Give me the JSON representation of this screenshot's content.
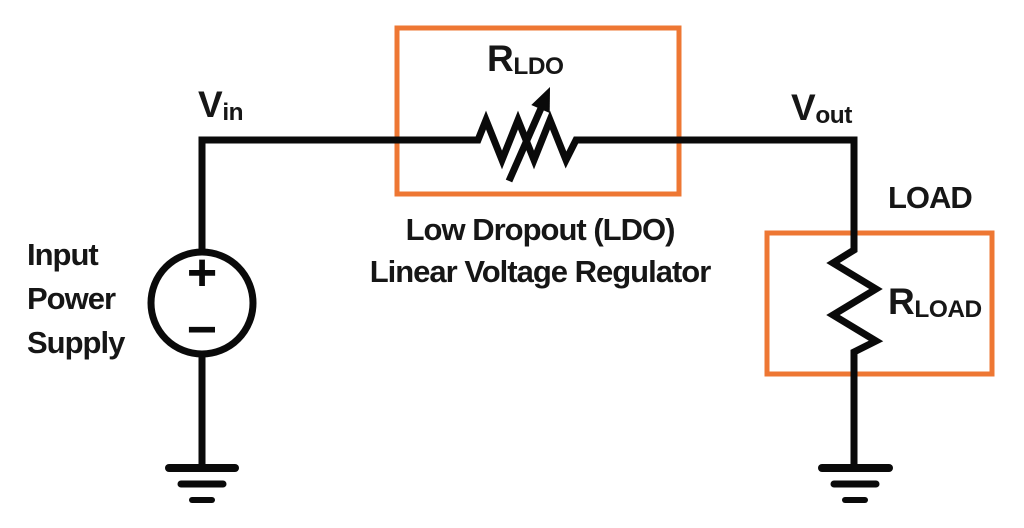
{
  "title": "LDO linear voltage regulator circuit diagram",
  "colors": {
    "accent": "#EE7733",
    "wire": "#0A0A0A",
    "text": "#161616",
    "bg": "#FFFFFF"
  },
  "labels": {
    "vin": {
      "main": "V",
      "sub": "in"
    },
    "vout": {
      "main": "V",
      "sub": "out"
    },
    "r_ldo": {
      "main": "R",
      "sub": "LDO"
    },
    "r_load": {
      "main": "R",
      "sub": "LOAD"
    },
    "load_box": "LOAD",
    "source": {
      "line1": "Input",
      "line2": "Power",
      "line3": "Supply"
    },
    "ldo_caption": {
      "line1": "Low Dropout (LDO)",
      "line2": "Linear Voltage Regulator"
    },
    "polarity_plus": "+",
    "polarity_minus": "−"
  },
  "symbols": {
    "voltage_source": "circle-with-plus-minus",
    "variable_resistor": "zigzag-with-diagonal-arrow",
    "load_resistor": "vertical-zigzag",
    "ground": "three-bar-ground"
  }
}
